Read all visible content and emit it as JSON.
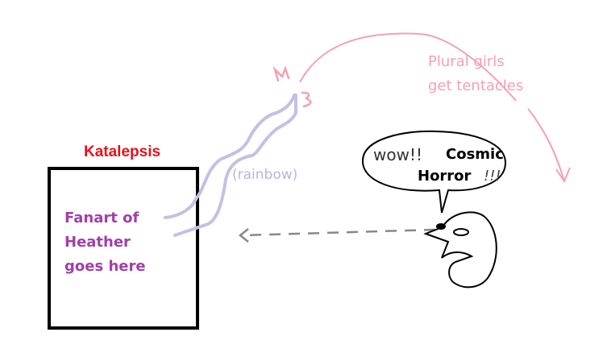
{
  "labels": {
    "title": "Katalepsis",
    "box_line1": "Fanart of",
    "box_line2": "Heather",
    "box_line3": "goes here",
    "rainbow": "(rainbow)",
    "plural_line1": "Plural girls",
    "plural_line2": "get tentacles",
    "speech_wow": "wow!!",
    "speech_cosmic": "Cosmic",
    "speech_horror": "Horror",
    "speech_bang": "!!!"
  },
  "colors": {
    "title": "#e8101a",
    "box_text": "#a040a8",
    "rainbow": "#c4c0e4",
    "pink": "#f4a0b4",
    "ink": "#000000"
  }
}
